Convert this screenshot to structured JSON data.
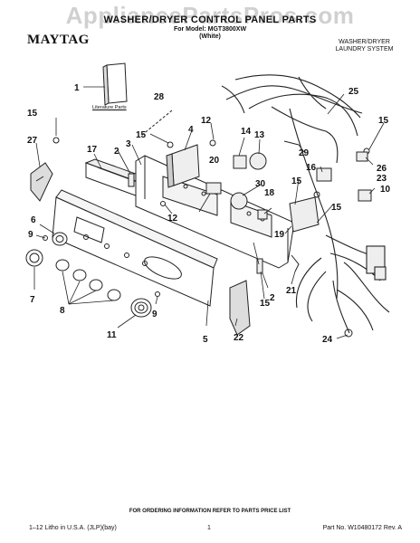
{
  "watermark": "AppliancePartsPros.com",
  "brand": "MAYTAG",
  "title": "WASHER/DRYER CONTROL PANEL PARTS",
  "model_line": "For Model: MGT3800XW",
  "color": "(White)",
  "system_line1": "WASHER/DRYER",
  "system_line2": "LAUNDRY SYSTEM",
  "literature_label": "Literature Parts",
  "footer": {
    "ordering": "FOR ORDERING INFORMATION REFER TO PARTS PRICE LIST",
    "litho": "1–12 Litho in U.S.A. (JLP)(bay)",
    "page": "1",
    "part_number": "Part No. W10480172 Rev. A"
  },
  "callouts": [
    "1",
    "2",
    "2",
    "3",
    "4",
    "5",
    "6",
    "7",
    "8",
    "9",
    "9",
    "10",
    "11",
    "12",
    "12",
    "13",
    "14",
    "15",
    "15",
    "15",
    "15",
    "15",
    "15",
    "16",
    "17",
    "18",
    "19",
    "20",
    "21",
    "22",
    "23",
    "24",
    "25",
    "26",
    "27",
    "28",
    "29",
    "30"
  ]
}
